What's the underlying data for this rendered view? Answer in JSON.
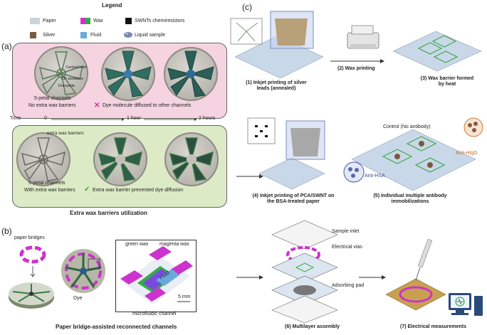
{
  "legend": {
    "title": "Legend",
    "items": [
      {
        "label": "Paper",
        "color": "#c9d3dc",
        "icon": "paper-swatch"
      },
      {
        "label": "Wax",
        "color": "#cc33cc",
        "color2": "#33aa44",
        "icon": "wax-swatch"
      },
      {
        "label": "SWNTs chemiresistors",
        "color": "#111111",
        "icon": "swnt-swatch"
      },
      {
        "label": "Silver",
        "color": "#7a5a3c",
        "icon": "silver-swatch"
      },
      {
        "label": "Fluid",
        "color": "#6aa8dc",
        "icon": "fluid-swatch"
      },
      {
        "label": "Liquid sample",
        "color": "#7a86b8",
        "icon": "liquid-sample-icon"
      }
    ]
  },
  "panel_a": {
    "letter": "(a)",
    "labels": {
      "central_inlet": "Central inlet",
      "cr_positions": "CR positions",
      "dumpsite": "Dumpsite",
      "petal": "5-petal channels",
      "no_barriers": "No extra wax barriers",
      "diffused": "Dye molecule diffused to other channels",
      "time": "Time",
      "t0": "0",
      "t1": "1 hour",
      "t2": "2 hours",
      "extra_barriers": "extra wax barriers",
      "petal2": "5-petal channels",
      "with_barriers": "With extra wax barriers",
      "prevented": "Extra wax barrier prevented dye diffusion",
      "caption": "Extra wax  barriers utilization"
    },
    "colors": {
      "top_bg": "#f5d3e0",
      "bottom_bg": "#dcebc6",
      "cross": "#cc3399",
      "check": "#2a9a3a"
    }
  },
  "panel_b": {
    "letter": "(b)",
    "labels": {
      "paper_bridges": "paper bridges",
      "dye": "Dye",
      "green_wax": "green wax",
      "magenta_wax": "magenta wax",
      "fluid": "Fluid",
      "scale": "5 mm",
      "micro": "microfluidic channel",
      "caption": "Paper bridge-assisted reconnected channels"
    }
  },
  "panel_c": {
    "letter": "(c)",
    "steps": {
      "s1": "(1) Inkjet printing of silver leads (annealed)",
      "s2": "(2) Wax printing",
      "s3": "(3) Wax barrier formed by heat",
      "s4": "(4) Inkjet printing of PCA/SWNT on the BSA-treated paper",
      "s5": "(5) Individual multiple antibody immobilizations",
      "s6": "(6) Multilayer assembly",
      "s7": "(7) Electrical measurements"
    },
    "labels": {
      "control": "Control (No antibody)",
      "anti_higg": "Anti-HIgG",
      "anti_hsa": "Anti-HSA",
      "sample_inlet": "Sample inlet",
      "electrical_vias": "Electrical vias",
      "adsorbing_pad": "Adsorbing pad"
    }
  }
}
